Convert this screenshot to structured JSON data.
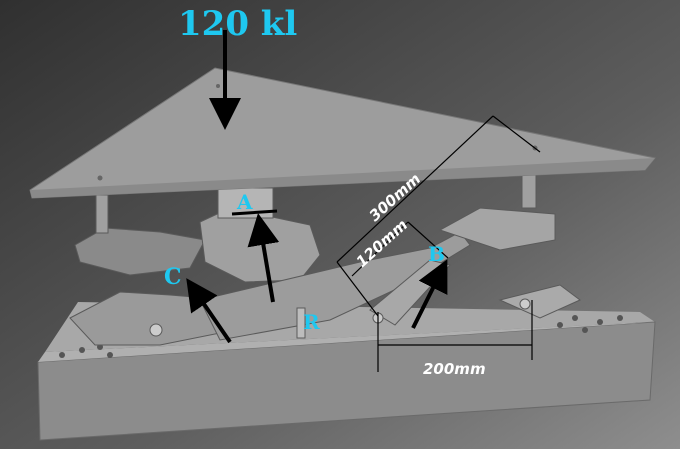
{
  "load_label": "120 kl",
  "points": {
    "A": "A",
    "B": "B",
    "C": "C",
    "R": "R"
  },
  "dimensions": {
    "long_arm": "300mm",
    "short_arm": "120mm",
    "base_span": "200mm"
  },
  "colors": {
    "label_cyan": "#1ec8f0",
    "arrow": "#000000",
    "dimension_text": "#ffffff"
  }
}
